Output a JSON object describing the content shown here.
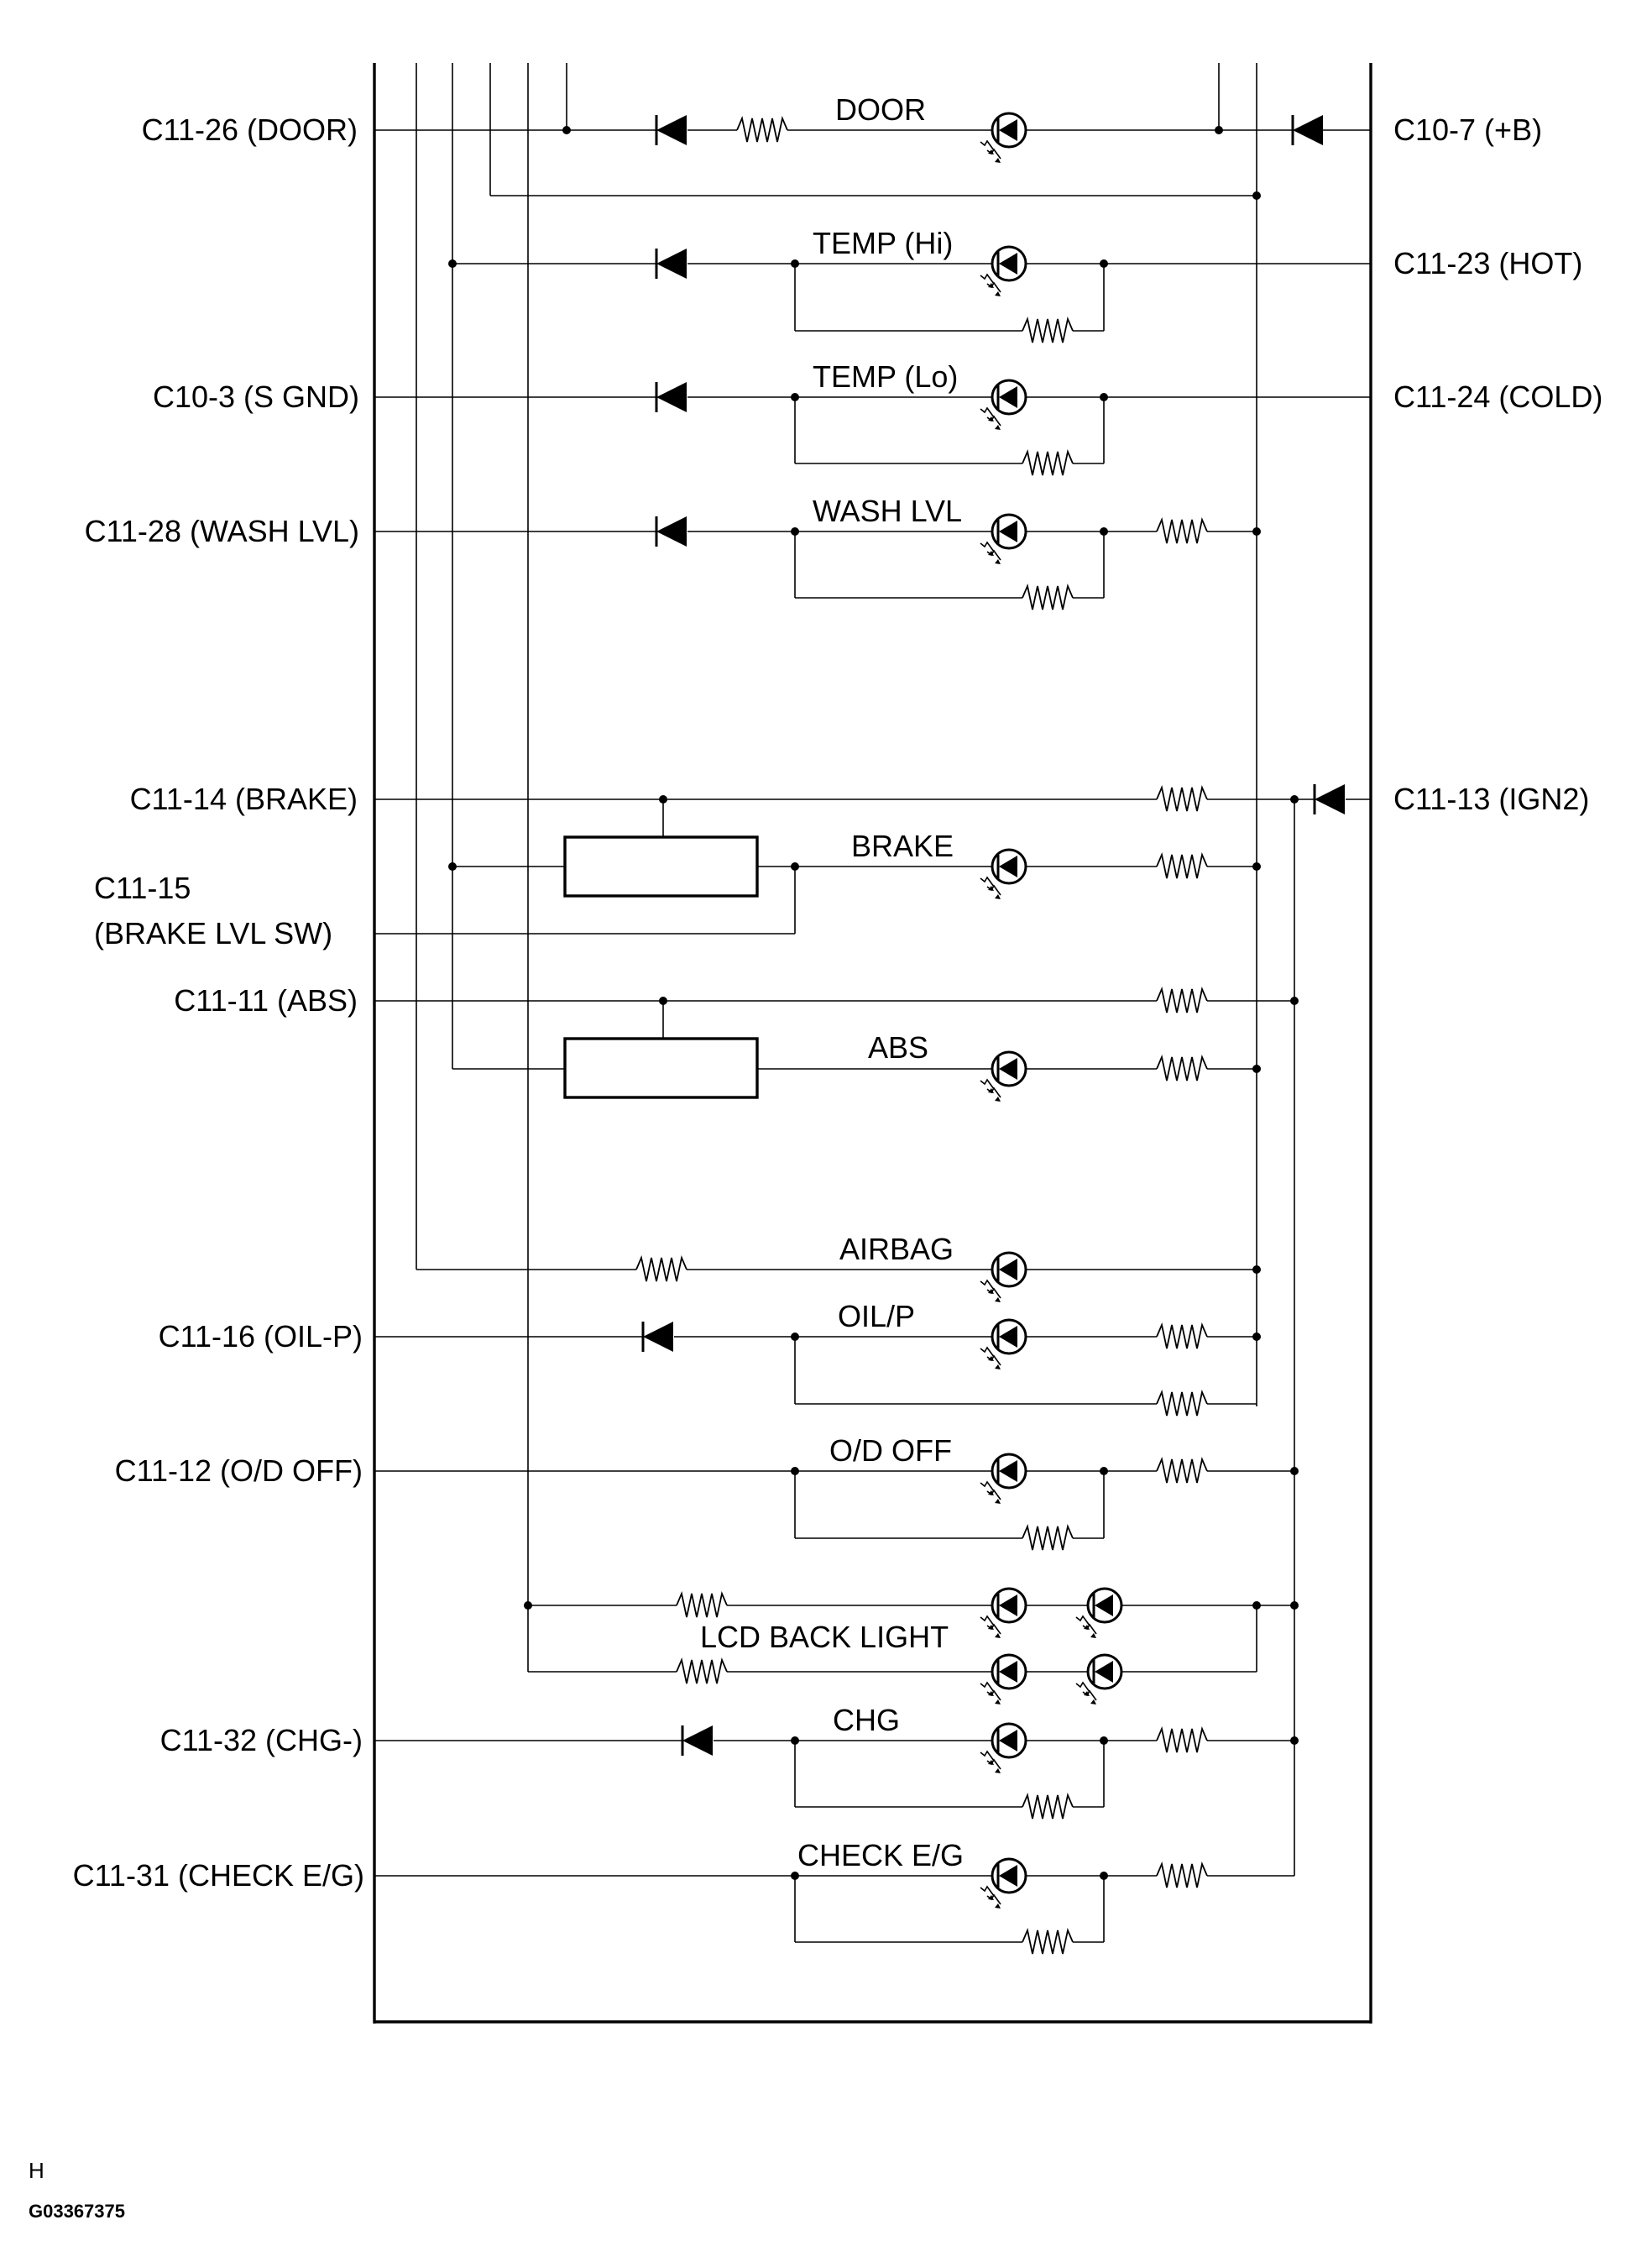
{
  "terminals_left": {
    "door": "C11-26  (DOOR)",
    "s_gnd": "C10-3  (S  GND)",
    "wash_lvl": "C11-28  (WASH LVL)",
    "brake": "C11-14  (BRAKE)",
    "brake_lvl_sw_1": "C11-15",
    "brake_lvl_sw_2": "(BRAKE LVL SW)",
    "abs": "C11-11 (ABS)",
    "oil_p": "C11-16   (OIL-P)",
    "od_off": "C11-12  (O/D OFF)",
    "chg": "C11-32   (CHG-)",
    "check_eg": "C11-31 (CHECK E/G)"
  },
  "terminals_right": {
    "plus_b": "C10-7  (+B)",
    "hot": "C11-23  (HOT)",
    "cold": "C11-24  (COLD)",
    "ign2": "C11-13  (IGN2)"
  },
  "indicators": {
    "door": "DOOR",
    "temp_hi": "TEMP (Hi)",
    "temp_lo": "TEMP (Lo)",
    "wash_lvl": "WASH LVL",
    "brake": "BRAKE",
    "abs": "ABS",
    "airbag": "AIRBAG",
    "oil_p": "OIL/P",
    "od_off": "O/D OFF",
    "lcd_back_light": "LCD BACK LIGHT",
    "chg": "CHG",
    "check_eg": "CHECK E/G"
  },
  "footer": {
    "letter": "H",
    "code": "G03367375"
  }
}
